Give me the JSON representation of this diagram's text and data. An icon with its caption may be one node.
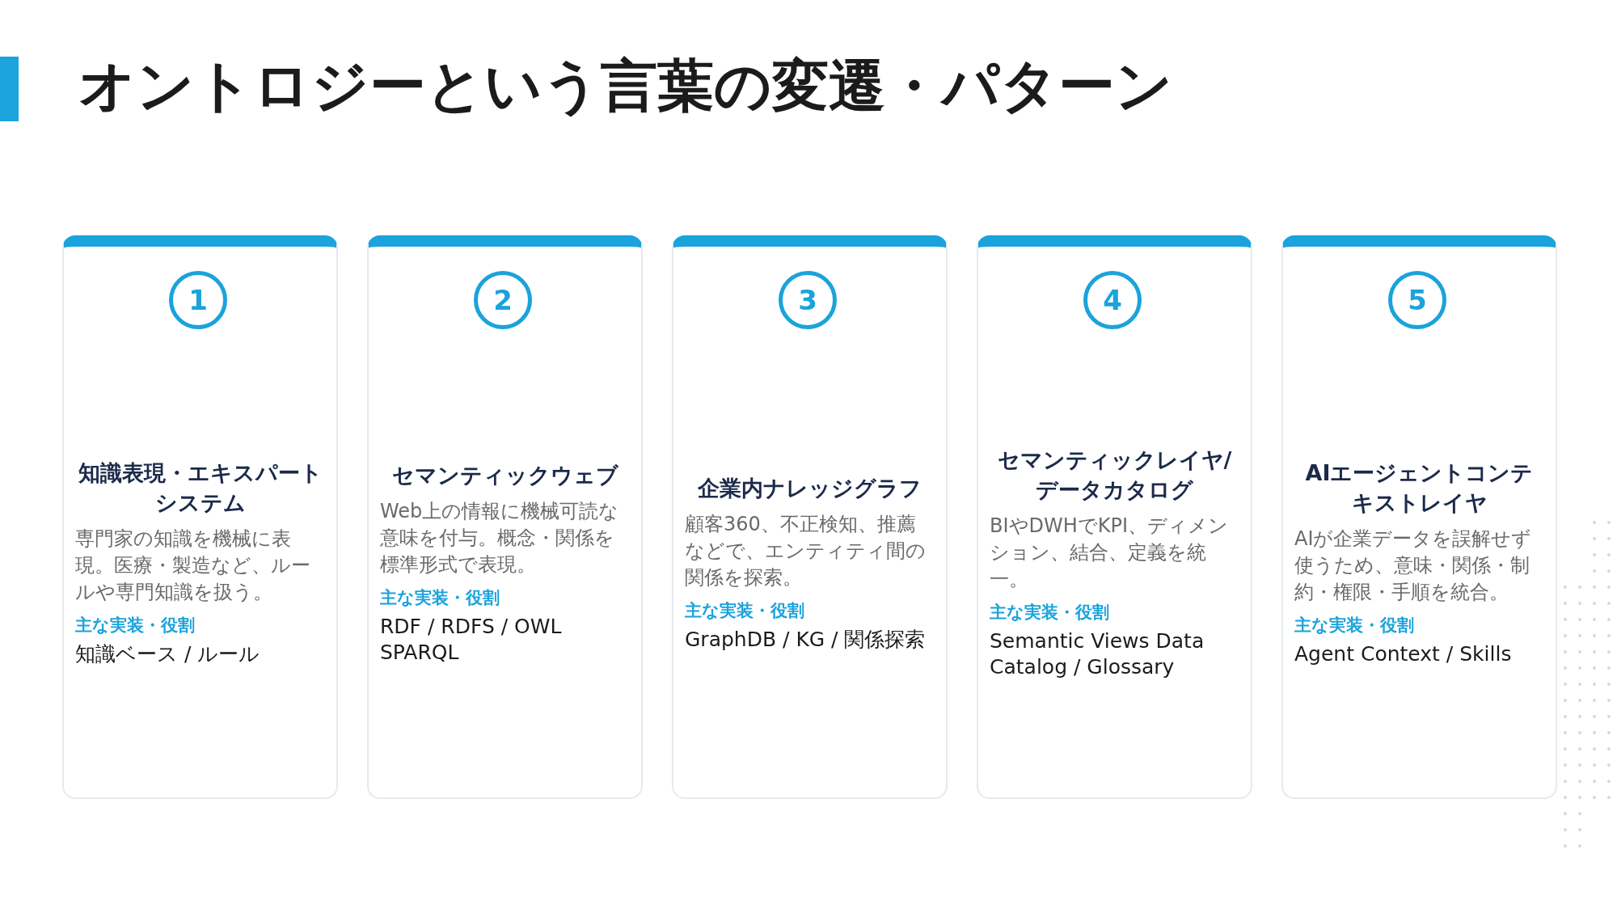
{
  "diagram": {
    "title": "オントロジーという言葉の変遷・パターン",
    "nodes": [
      {
        "text": [
          "知識表現・エキスパートシステム",
          "専門家の知識を機械に表現。医療・製造など、ルールや専門知識を扱う。",
          "主な実装・役割",
          "知識ベース / ルール"
        ]
      },
      {
        "text": [
          "1"
        ],
        "in": 0
      },
      {
        "text": [
          "セマンティックウェブ",
          "Web上の情報に機械可読な意味を付与。概念・関係を標準形式で表現。",
          "主な実装・役割",
          "RDF / RDFS / OWL SPARQL"
        ]
      },
      {
        "text": [
          "2"
        ],
        "in": 2
      },
      {
        "text": [
          "企業内ナレッジグラフ",
          "顧客360、不正検知、推薦などで、エンティティ間の関係を探索。",
          "主な実装・役割",
          "GraphDB / KG / 関係探索"
        ]
      },
      {
        "text": [
          "3"
        ],
        "in": 4
      },
      {
        "text": [
          "セマンティックレイヤ/データカタログ",
          "BIやDWHでKPI、ディメンション、結合、定義を統一。",
          "主な実装・役割",
          "Semantic Views Data Catalog / Glossary"
        ]
      },
      {
        "text": [
          "4"
        ],
        "in": 6
      },
      {
        "text": [
          "AIエージェントコンテキストレイヤ",
          "AIが企業データを誤解せず使うため、意味・関係・制約・権限・手順を統合。",
          "主な実装・役割",
          "Agent Context / Skills"
        ]
      },
      {
        "text": [
          "5"
        ],
        "in": 8
      }
    ]
  }
}
